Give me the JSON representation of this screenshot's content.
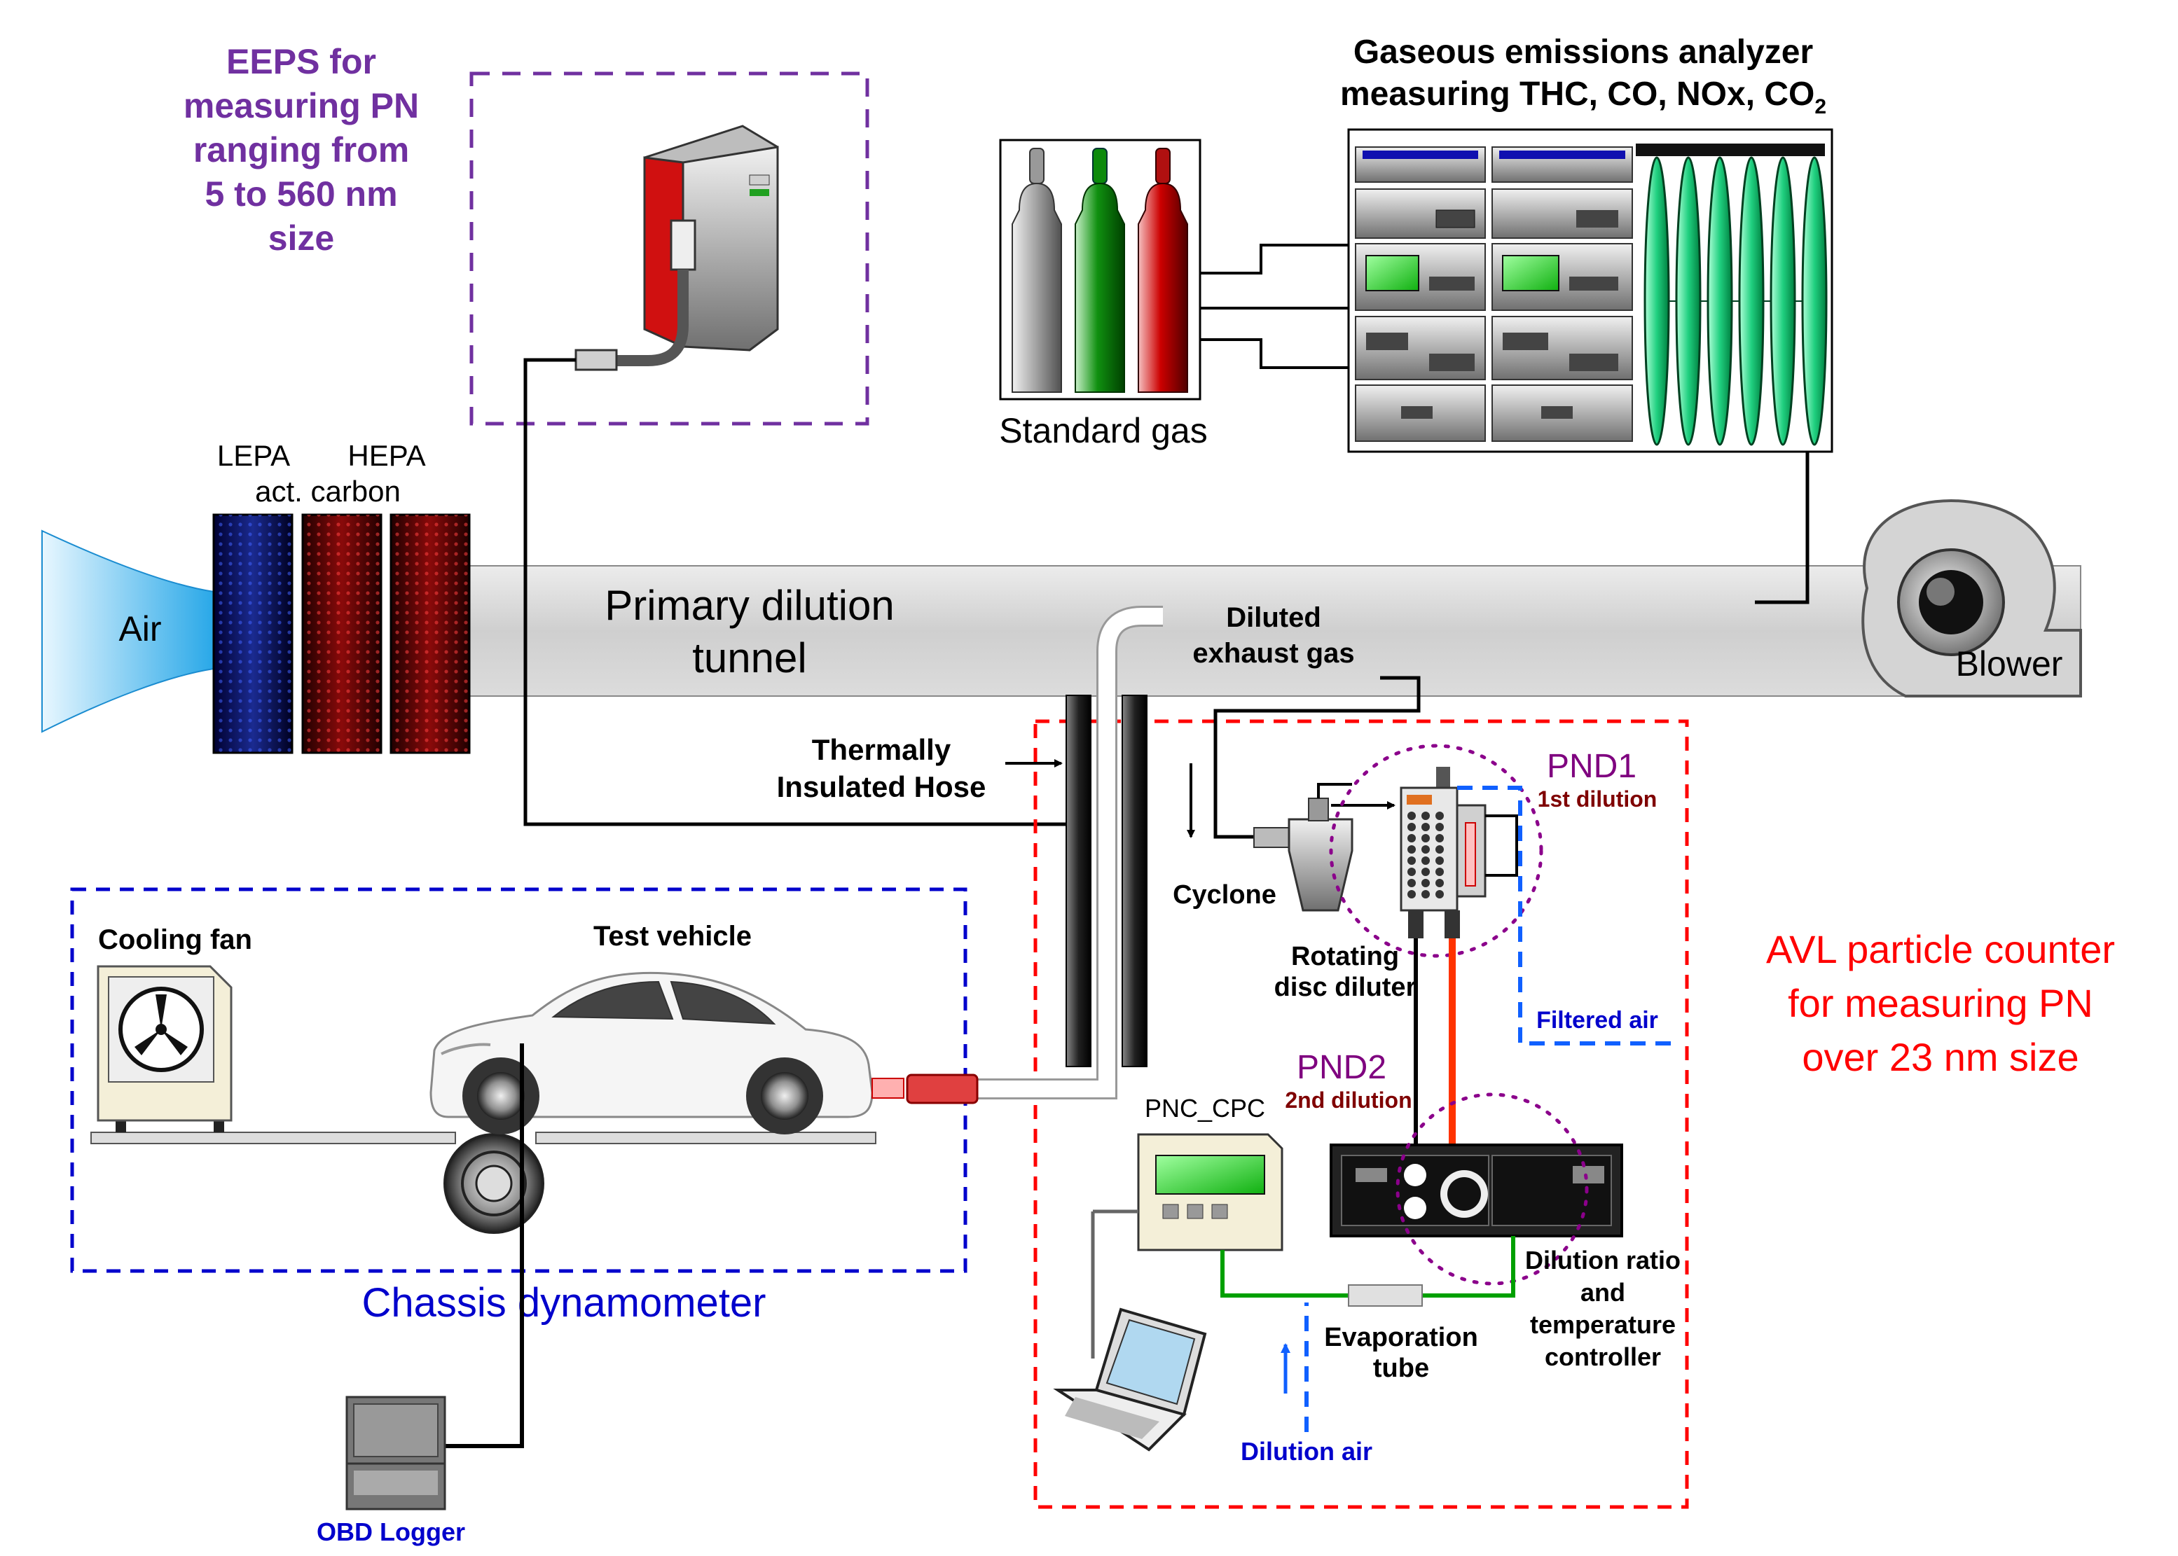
{
  "labels": {
    "eeps": [
      "EEPS for",
      "measuring PN",
      "ranging from",
      "5 to 560 nm",
      "size"
    ],
    "gas_analyzer": [
      "Gaseous emissions analyzer",
      "measuring THC, CO, NOx, CO"
    ],
    "co2_subscript": "2",
    "standard_gas": "Standard gas",
    "lepa": "LEPA",
    "hepa": "HEPA",
    "act_carbon": "act. carbon",
    "air": "Air",
    "tunnel": [
      "Primary dilution",
      "tunnel"
    ],
    "blower": "Blower",
    "diluted_exhaust": [
      "Diluted",
      "exhaust gas"
    ],
    "insulated_hose": [
      "Thermally",
      "Insulated Hose"
    ],
    "pnd1": "PND1",
    "first_dilution": "1st dilution",
    "cyclone": "Cyclone",
    "rotating_disc": [
      "Rotating",
      "disc diluter"
    ],
    "filtered_air": "Filtered air",
    "avl": [
      "AVL particle counter",
      "for measuring PN",
      "over 23 nm size"
    ],
    "pnd2": "PND2",
    "second_dilution": "2nd dilution",
    "pnc_cpc": "PNC_CPC",
    "cooling_fan": "Cooling fan",
    "test_vehicle": "Test vehicle",
    "chassis": "Chassis dynamometer",
    "dilution_ratio": [
      "Dilution ratio",
      "and",
      "temperature",
      "controller"
    ],
    "evaporation_tube": [
      "Evaporation",
      "tube"
    ],
    "dilution_air": "Dilution air",
    "obd_logger": "OBD Logger"
  },
  "colors": {
    "eeps_purple": "#7030A0",
    "avl_red": "#FF0000",
    "chassis_blue": "#0000CC",
    "dark_red_label": "#7F0000",
    "pnd_purple": "#7F007F",
    "air_cyan": "#4FC3F7",
    "tube_green": "#00A000",
    "tube_red": "#FF3300"
  }
}
